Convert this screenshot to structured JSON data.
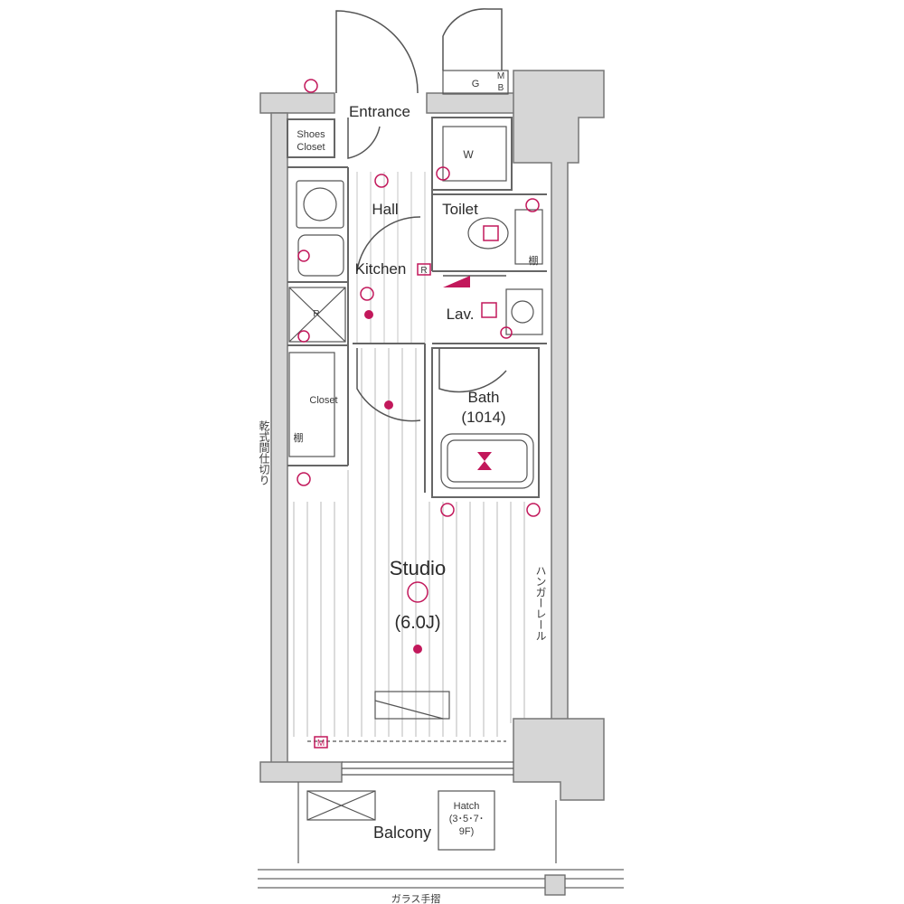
{
  "plan": {
    "rooms": {
      "entrance": "Entrance",
      "shoes_closet_line1": "Shoes",
      "shoes_closet_line2": "Closet",
      "hall": "Hall",
      "toilet": "Toilet",
      "kitchen": "Kitchen",
      "lav": "Lav.",
      "closet": "Closet",
      "bath": "Bath",
      "bath_size": "(1014)",
      "studio": "Studio",
      "studio_size": "(6.0J)",
      "balcony": "Balcony",
      "hatch_line1": "Hatch",
      "hatch_line2": "(3･5･7･",
      "hatch_line3": "9F)"
    },
    "marks": {
      "wm": "W",
      "gas_meter": "G",
      "mb_m": "M",
      "mb_b": "B",
      "fridge": "R",
      "kitchen_r": "R",
      "shelf_1": "棚",
      "shelf_2": "棚",
      "mb_box": "M"
    },
    "annotations": {
      "partition": "乾式間仕切り",
      "hanger_rail": "ハンガーレール",
      "glass_rail": "ガラス手摺"
    },
    "colors": {
      "wall": "#aaaaaa",
      "wall_fill": "#d6d6d6",
      "line": "#555555",
      "fixture": "#c2185b"
    }
  }
}
